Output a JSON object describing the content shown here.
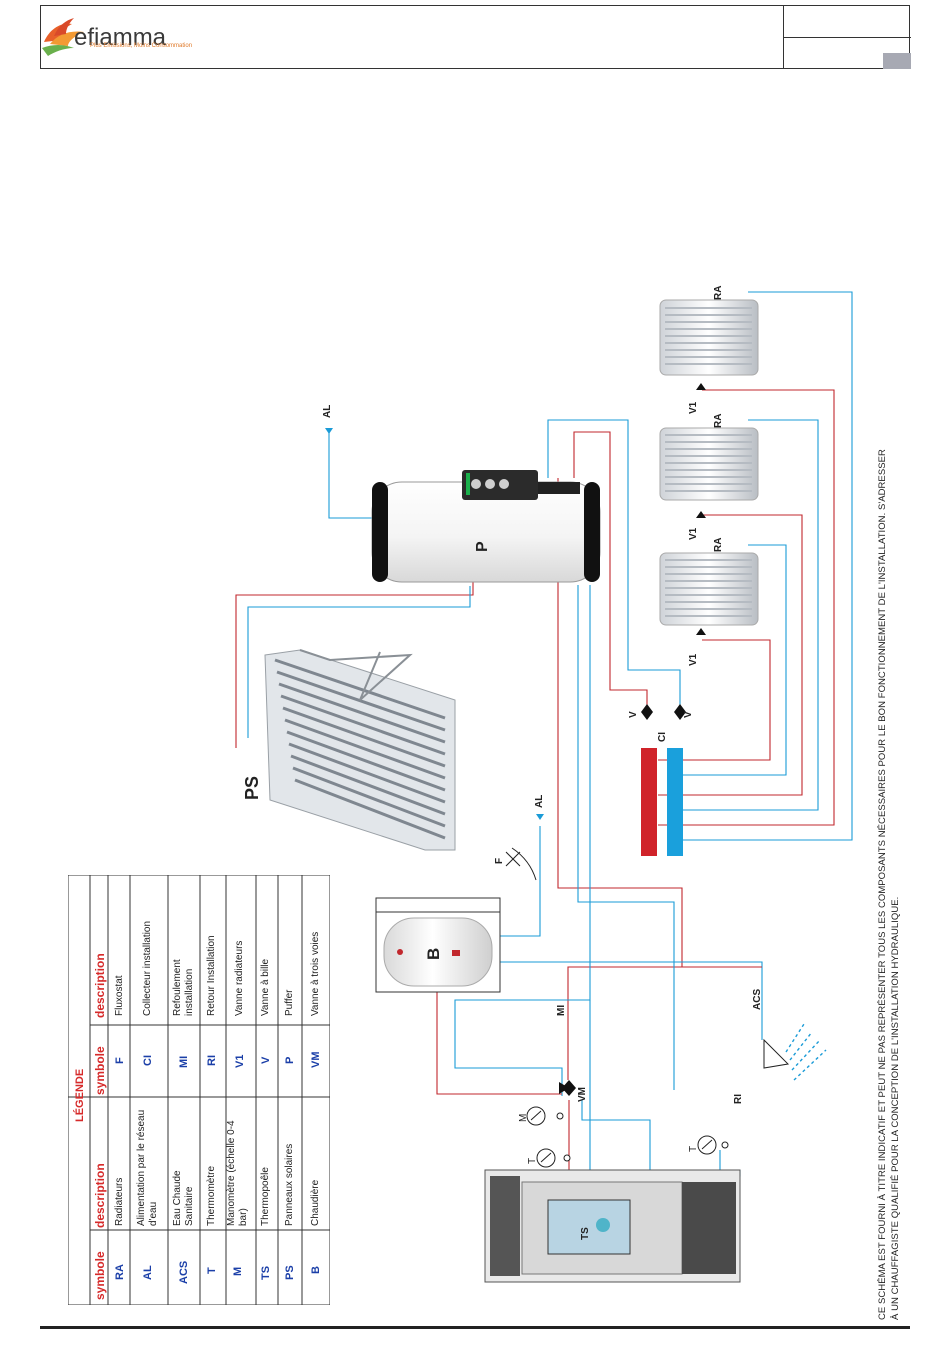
{
  "header": {
    "logo_text": "efiamma",
    "logo_tagline": "Plus Emissions, Moins Consommation"
  },
  "legend": {
    "title": "LÉGENDE",
    "col_symbol": "symbole",
    "col_description": "description",
    "left": [
      {
        "sym": "RA",
        "desc": "Radiateurs"
      },
      {
        "sym": "AL",
        "desc": "Alimentation par le réseau d'eau"
      },
      {
        "sym": "ACS",
        "desc": "Eau Chaude Sanitaire"
      },
      {
        "sym": "T",
        "desc": "Thermomètre"
      },
      {
        "sym": "M",
        "desc": "Manomètre (échelle 0-4 bar)"
      },
      {
        "sym": "TS",
        "desc": "Thermopoêle"
      },
      {
        "sym": "PS",
        "desc": "Panneaux solaires"
      },
      {
        "sym": "B",
        "desc": "Chaudière"
      }
    ],
    "right": [
      {
        "sym": "F",
        "desc": "Fluxostat"
      },
      {
        "sym": "CI",
        "desc": "Collecteur installation"
      },
      {
        "sym": "MI",
        "desc": "Refoulement installation"
      },
      {
        "sym": "RI",
        "desc": "Retour Installation"
      },
      {
        "sym": "V1",
        "desc": "Vanne radiateurs"
      },
      {
        "sym": "V",
        "desc": "Vanne à bille"
      },
      {
        "sym": "P",
        "desc": "Puffer"
      },
      {
        "sym": "VM",
        "desc": "Vanne à trois voies"
      }
    ]
  },
  "diagram": {
    "labels": {
      "ps": "PS",
      "p": "P",
      "b": "B",
      "ts": "TS",
      "al_top": "AL",
      "al_mid": "AL",
      "f": "F",
      "ci": "CI",
      "v_left": "V",
      "v_right": "V",
      "mi": "MI",
      "ri": "RI",
      "acs": "ACS",
      "vm": "VM",
      "m": "M",
      "t_left": "T",
      "t_right": "T",
      "ra_1": "RA",
      "ra_2": "RA",
      "ra_3": "RA",
      "v1_1": "V1",
      "v1_2": "V1",
      "v1_3": "V1"
    },
    "colors": {
      "hot": "#c1272d",
      "cold": "#1a9bd7",
      "accent": "#d62a2a",
      "symbol_blue": "#1b3fa8"
    }
  },
  "disclaimer": {
    "line1": "CE SCHÉMA EST FOURNI À TITRE INDICATIF ET PEUT NE PAS REPRÉSENTER TOUS LES COMPOSANTS NÉCESSAIRES POUR LE BON FONCTIONNEMENT DE L'INSTALLATION. S'ADRESSER",
    "line2": "À UN CHAUFFAGISTE QUALIFIÉ POUR LA CONCEPTION DE L'INSTALLATION HYDRAULIQUE."
  }
}
